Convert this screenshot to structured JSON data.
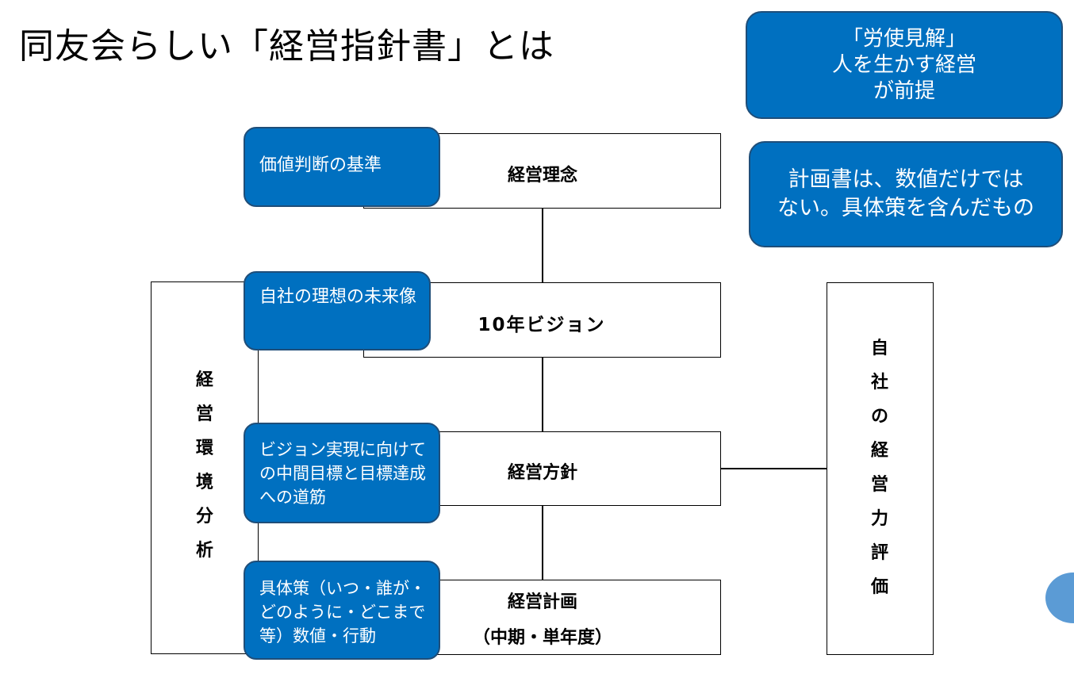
{
  "title": "同友会らしい「経営指針書」とは",
  "notes": {
    "labor_policy": {
      "line1": "「労使見解」",
      "line2": "人を生かす経営",
      "line3": "が前提"
    },
    "plan_note": {
      "line1": "計画書は、数値だけでは",
      "line2": "ない。具体策を含んだもの"
    }
  },
  "boxes": {
    "philosophy": "経営理念",
    "vision": "10年ビジョン",
    "policy": "経営方針",
    "plan_line1": "経営計画",
    "plan_line2": "（中期・単年度）"
  },
  "environment_analysis": [
    "経",
    "営",
    "環",
    "境",
    "分",
    "析"
  ],
  "self_evaluation": [
    "自",
    "社",
    "の",
    "経",
    "営",
    "力",
    "評",
    "価"
  ],
  "callouts": {
    "philosophy": "価値判断の基準",
    "vision": "自社の理想の未来像",
    "policy": "ビジョン実現に向けての中間目標と目標達成への道筋",
    "plan": "具体策（いつ・誰が・どのように・どこまで等）数値・行動"
  },
  "colors": {
    "callout_fill": "#0070c0",
    "callout_border": "#1f4e79",
    "page_badge": "#5b9bd5"
  }
}
